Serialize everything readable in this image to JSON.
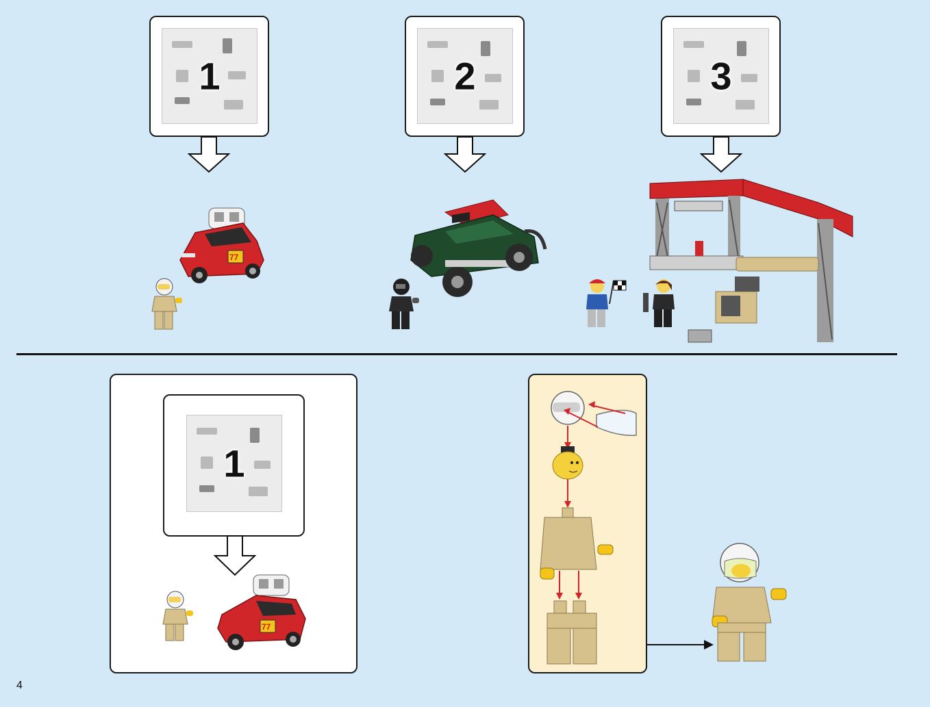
{
  "page_number": "4",
  "top_bags": [
    {
      "number": "1",
      "result": "mini-cooper-red-with-racer"
    },
    {
      "number": "2",
      "result": "buggy-green-with-racer"
    },
    {
      "number": "3",
      "result": "start-gate-with-minifigures"
    }
  ],
  "step_bag": {
    "number": "1"
  },
  "colors": {
    "background": "#d4e9f8",
    "car_red": "#d0262a",
    "car_green": "#1f4a2c",
    "tan": "#d6c18c",
    "callout_bg": "#fdf0cf",
    "arrow_red": "#d2262a"
  }
}
